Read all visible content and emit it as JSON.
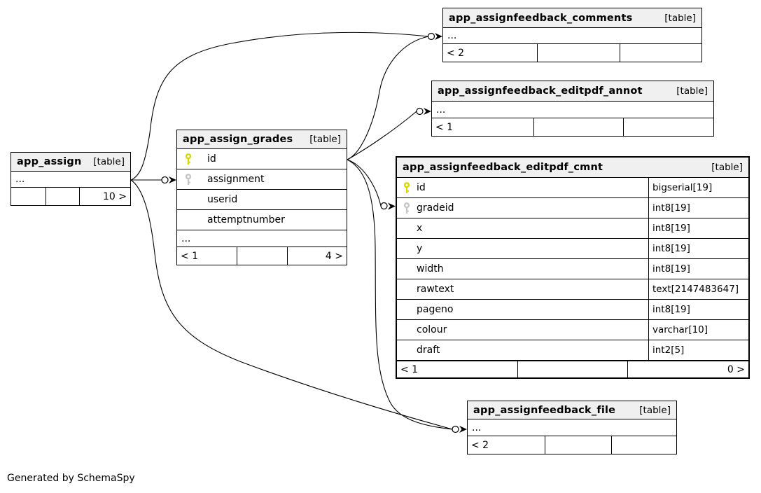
{
  "diagram": {
    "credit": "Generated by SchemaSpy"
  },
  "colors": {
    "primary_key": "#d6d600",
    "foreign_key": "#c6c6c6",
    "table_header_bg": "#f0f0f0",
    "border": "#000000"
  },
  "tables": {
    "assign": {
      "name": "app_assign",
      "badge": "[table]",
      "ellipsis": "...",
      "footer": {
        "left": "",
        "mid": "",
        "right": "10 >"
      }
    },
    "grades": {
      "name": "app_assign_grades",
      "badge": "[table]",
      "columns": [
        {
          "name": "id",
          "key": "primary"
        },
        {
          "name": "assignment",
          "key": "foreign"
        },
        {
          "name": "userid"
        },
        {
          "name": "attemptnumber"
        }
      ],
      "ellipsis": "...",
      "footer": {
        "left": "< 1",
        "mid": "",
        "right": "4 >"
      }
    },
    "comments": {
      "name": "app_assignfeedback_comments",
      "badge": "[table]",
      "ellipsis": "...",
      "footer": {
        "left": "< 2",
        "mid": "",
        "right": ""
      }
    },
    "annot": {
      "name": "app_assignfeedback_editpdf_annot",
      "badge": "[table]",
      "ellipsis": "...",
      "footer": {
        "left": "< 1",
        "mid": "",
        "right": ""
      }
    },
    "cmnt": {
      "name": "app_assignfeedback_editpdf_cmnt",
      "badge": "[table]",
      "columns": [
        {
          "name": "id",
          "type": "bigserial[19]",
          "key": "primary"
        },
        {
          "name": "gradeid",
          "type": "int8[19]",
          "key": "foreign"
        },
        {
          "name": "x",
          "type": "int8[19]"
        },
        {
          "name": "y",
          "type": "int8[19]"
        },
        {
          "name": "width",
          "type": "int8[19]"
        },
        {
          "name": "rawtext",
          "type": "text[2147483647]"
        },
        {
          "name": "pageno",
          "type": "int8[19]"
        },
        {
          "name": "colour",
          "type": "varchar[10]"
        },
        {
          "name": "draft",
          "type": "int2[5]"
        }
      ],
      "footer": {
        "left": "< 1",
        "mid": "",
        "right": "0 >"
      }
    },
    "file": {
      "name": "app_assignfeedback_file",
      "badge": "[table]",
      "ellipsis": "...",
      "footer": {
        "left": "< 2",
        "mid": "",
        "right": ""
      }
    }
  }
}
